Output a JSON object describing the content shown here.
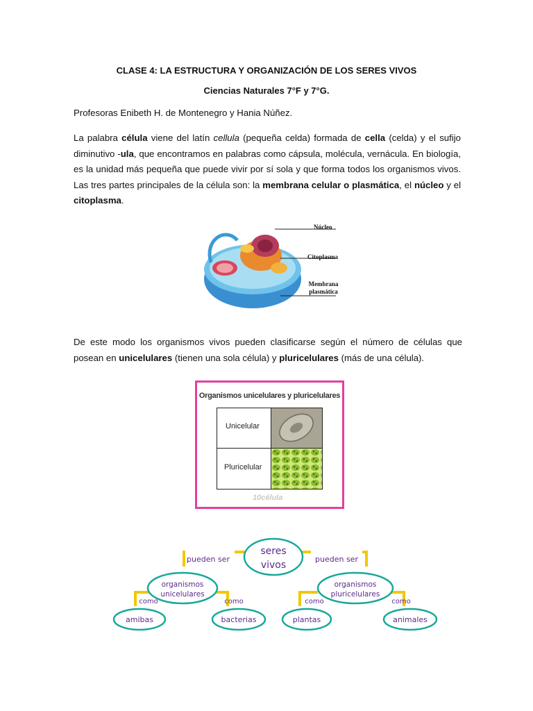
{
  "header": {
    "title": "CLASE 4: LA ESTRUCTURA Y ORGANIZACIÓN DE LOS SERES VIVOS",
    "subtitle": "Ciencias Naturales 7°F y 7°G.",
    "teachers": "Profesoras Enibeth H. de Montenegro y Hania Núñez."
  },
  "para1": {
    "t1": "La palabra ",
    "b1": "célula",
    "t2": " viene del latín ",
    "i1": "cellula",
    "t3": " (pequeña celda) formada de ",
    "b2": "cella",
    "t4": " (celda) y el sufijo diminutivo -",
    "b3": "ula",
    "t5": ", que encontramos en palabras como cápsula, molécula, vernácula. En biología, es la unidad más pequeña que puede vivir por sí sola y que forma todos los organismos vivos. Las tres partes principales de la célula son: la ",
    "b4": "membrana celular o plasmática",
    "t6": ", el ",
    "b5": "núcleo",
    "t7": " y el ",
    "b6": "citoplasma",
    "t8": "."
  },
  "cell_figure": {
    "label_nucleus": "Núcleo",
    "label_cytoplasm": "Citoplasma",
    "label_membrane_1": "Membrana",
    "label_membrane_2": "plasmática"
  },
  "para2": {
    "t1": "De este modo los organismos vivos pueden clasificarse según el número de células que posean en ",
    "b1": "unicelulares",
    "t2": " (tienen una sola célula) y ",
    "b2": "pluricelulares",
    "t3": " (más de una célula)."
  },
  "org_box": {
    "title": "Organismos unicelulares y pluricelulares",
    "row1": "Unicelular",
    "row2": "Pluricelular",
    "logo": "10célula"
  },
  "concept_map": {
    "root_1": "seres",
    "root_2": "vivos",
    "link_left": "pueden ser",
    "link_right": "pueden ser",
    "uni_1": "organismos",
    "uni_2": "unicelulares",
    "pluri_1": "organismos",
    "pluri_2": "pluricelulares",
    "como_1": "como",
    "como_2": "como",
    "como_3": "como",
    "como_4": "como",
    "leaf_1": "amibas",
    "leaf_2": "bacterias",
    "leaf_3": "plantas",
    "leaf_4": "animales"
  },
  "colors": {
    "box_border": "#e23fa0",
    "cm_line": "#f2c800",
    "cm_ellipse": "#19a89a",
    "cm_text": "#5b2a8a"
  }
}
